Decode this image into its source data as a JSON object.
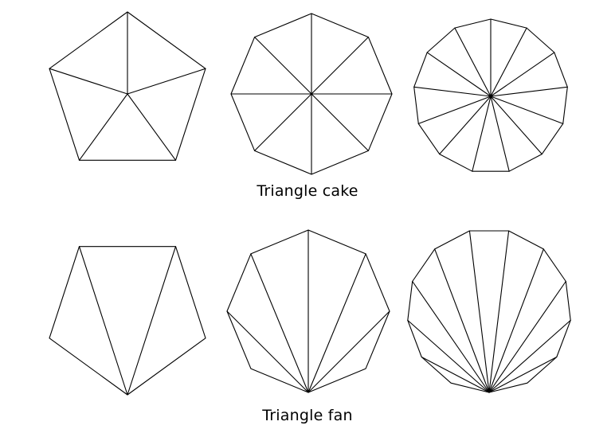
{
  "labels": {
    "cake": "Triangle cake",
    "fan": "Triangle fan"
  },
  "diagram": {
    "row_order": [
      "cake",
      "fan"
    ],
    "polygon_sides": [
      5,
      8,
      13
    ],
    "stroke_color": "#000000",
    "background_color": "#ffffff"
  }
}
